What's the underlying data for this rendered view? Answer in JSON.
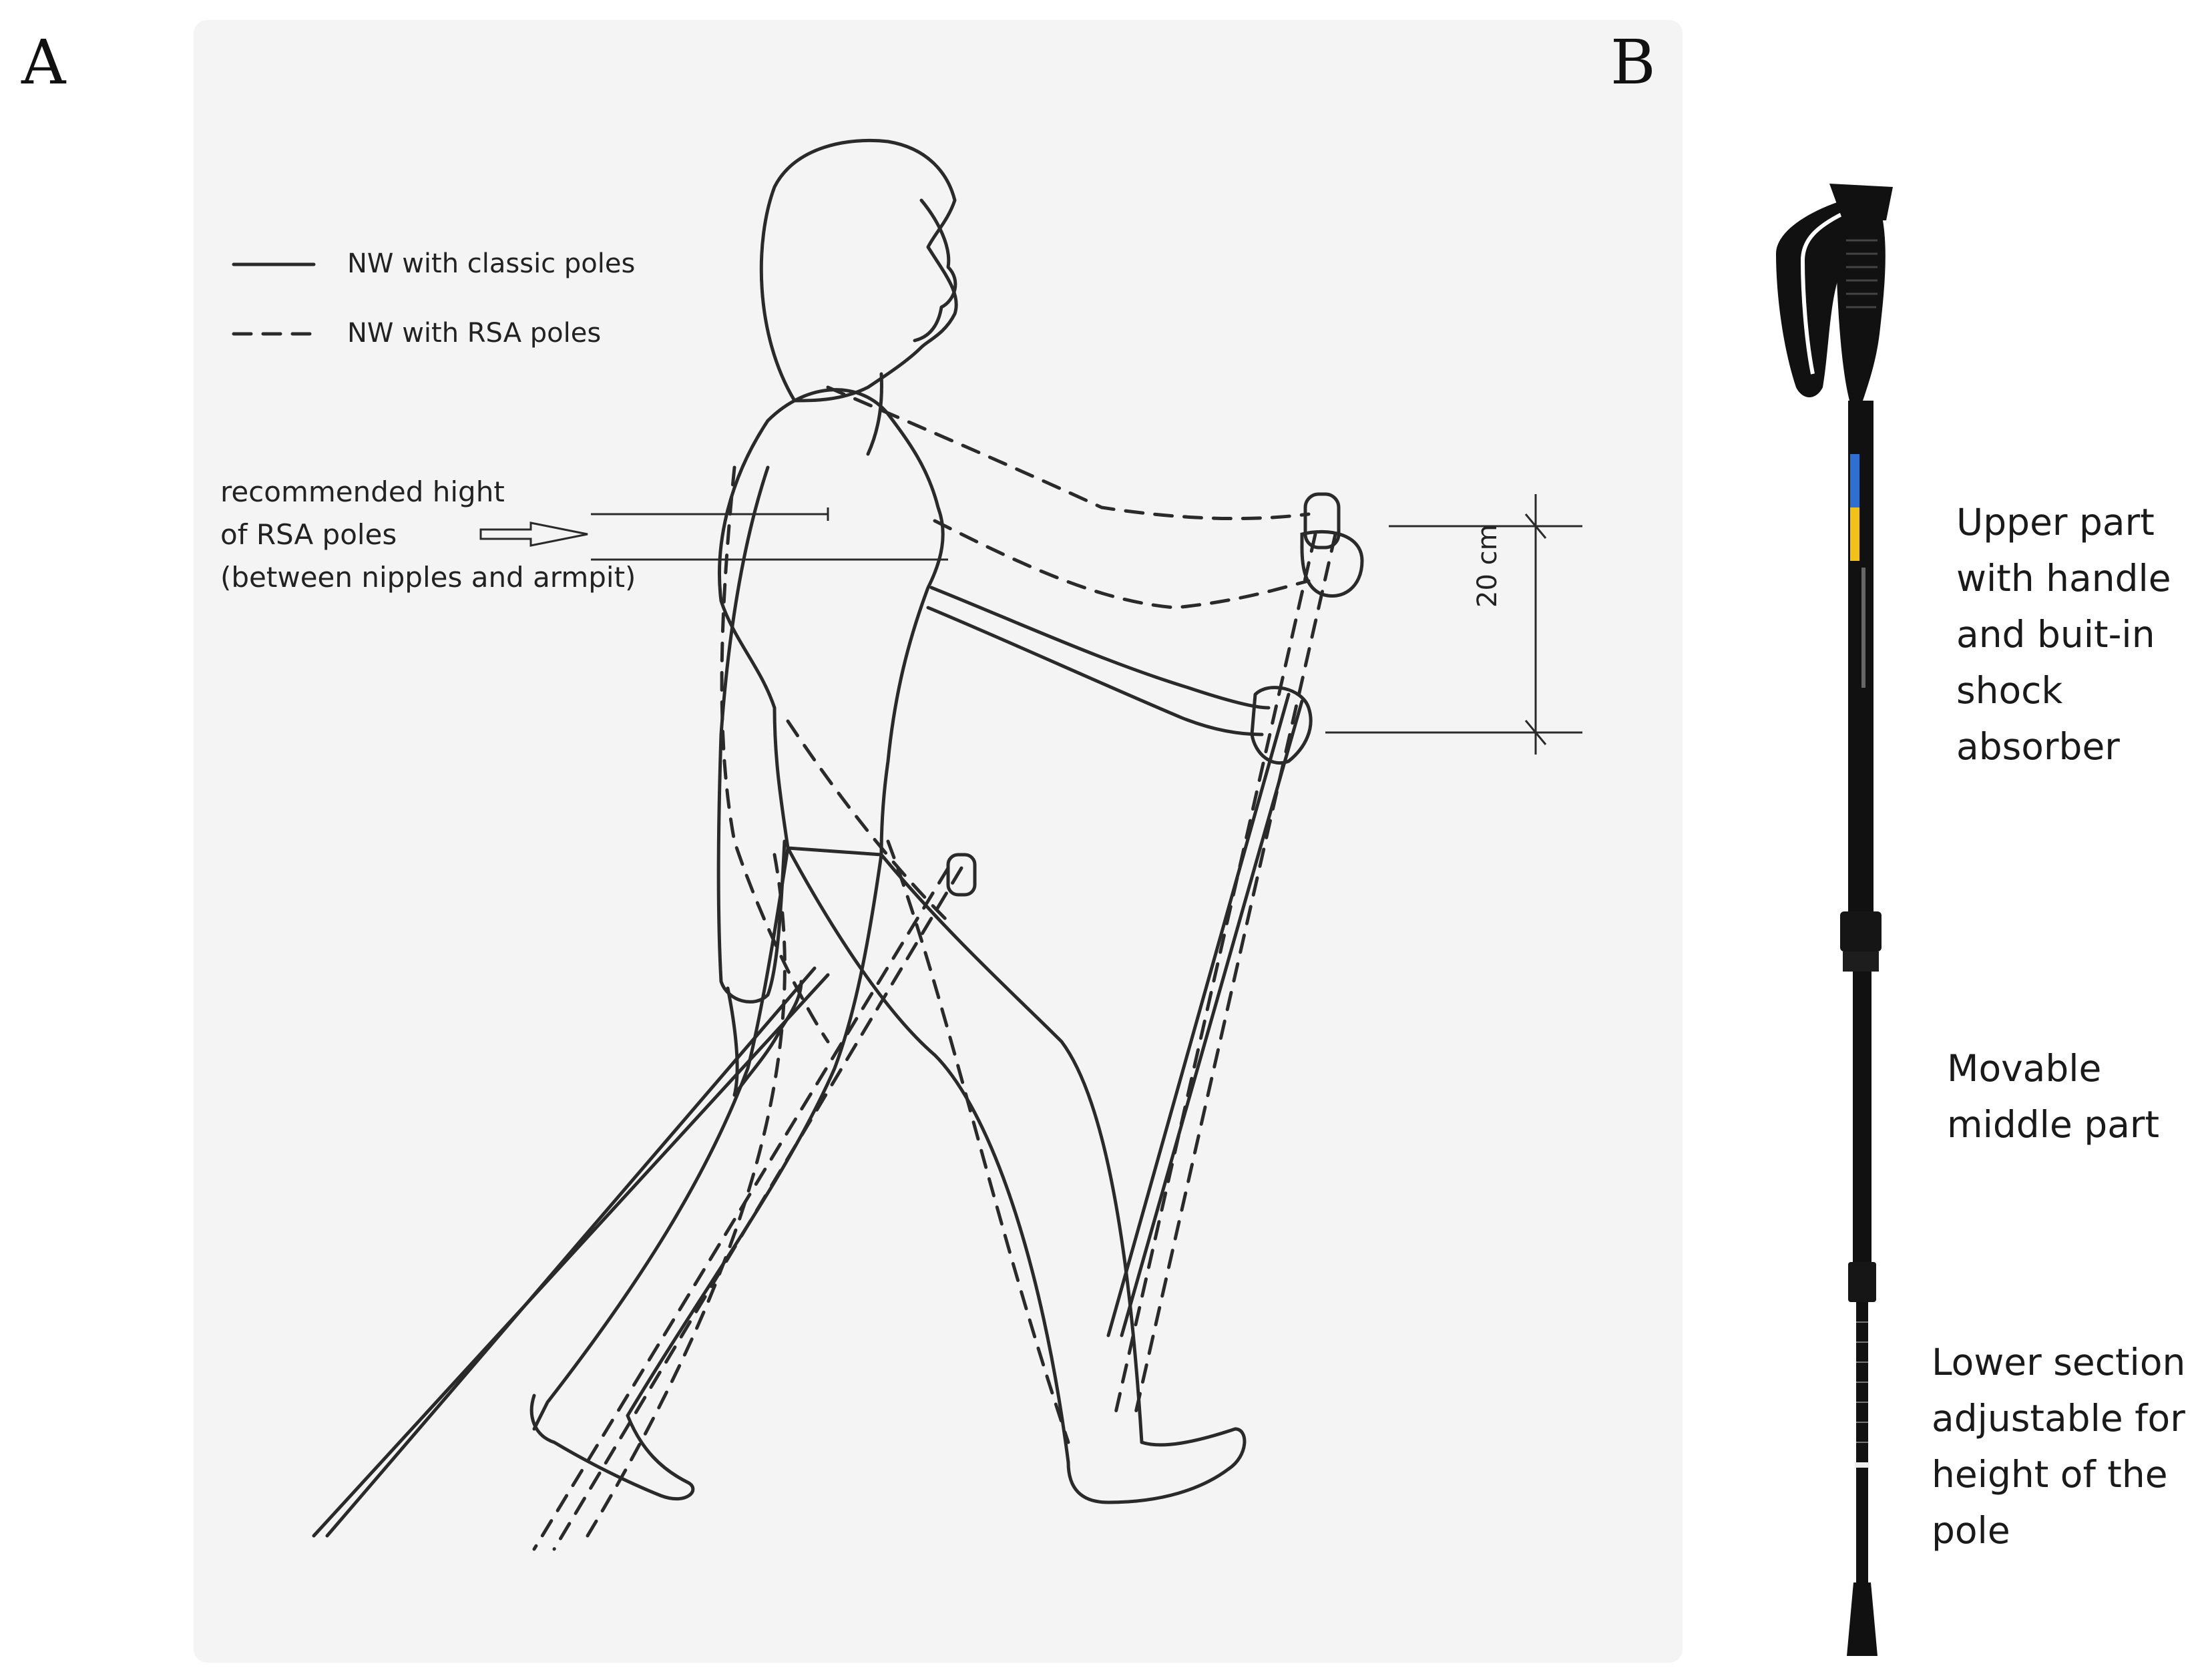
{
  "panels": {
    "a": {
      "letter": "A"
    },
    "b": {
      "letter": "B"
    }
  },
  "legend": {
    "classic": "NW with classic poles",
    "rsa": "NW with RSA poles"
  },
  "recommended_note": {
    "line1": "recommended hight",
    "line2": "of RSA poles",
    "line3": "(between nipples and armpit)"
  },
  "dimension_label": "20 cm",
  "pole_parts": {
    "upper": [
      "Upper part",
      "with handle",
      "and buit-in",
      "shock",
      "absorber"
    ],
    "middle": [
      "Movable",
      "middle part"
    ],
    "lower": [
      "Lower section",
      "adjustable for",
      "height of the",
      "pole"
    ]
  },
  "colors": {
    "ink": "#2a2a2a",
    "pole_body": "#111111",
    "pole_brand_blue": "#2f6fd0",
    "pole_brand_yellow": "#f2c21b"
  }
}
